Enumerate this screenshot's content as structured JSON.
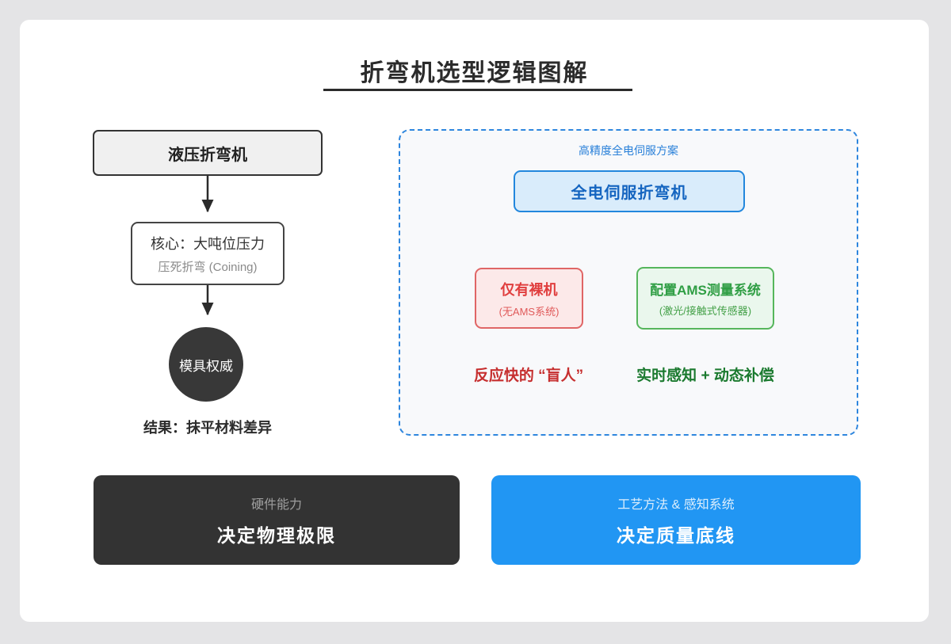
{
  "title": "折弯机选型逻辑图解",
  "left_flow": {
    "box1": "液压折弯机",
    "box2_line1": "核心：大吨位压力",
    "box2_line2": "压死折弯 (Coining)",
    "circle": "模具权威",
    "result": "结果：抹平材料差异"
  },
  "right_flow": {
    "container_label": "高精度全电伺服方案",
    "root": "全电伺服折弯机",
    "bare_branch": {
      "title": "仅有裸机",
      "subtitle": "(无AMS系统)",
      "result": "反应快的 “盲人”"
    },
    "ams_branch": {
      "title": "配置AMS测量系统",
      "subtitle": "(激光/接触式传感器)",
      "result": "实时感知 + 动态补偿"
    }
  },
  "footer": {
    "dark_card": {
      "subtitle": "硬件能力",
      "title": "决定物理极限"
    },
    "blue_card": {
      "subtitle": "工艺方法 & 感知系统",
      "title": "决定质量底线"
    }
  },
  "colors": {
    "page_background": "#e4e4e6",
    "card_background": "#ffffff",
    "ink": "#2b2b2b",
    "accent_blue": "#2287dd",
    "servo_container_border": "#2e86de",
    "servo_box_fill": "#d9ecfb",
    "red_accent": "#e03e3e",
    "red_box_fill": "#fce9e9",
    "red_result_text": "#c62f2f",
    "green_accent": "#2f9e44",
    "green_box_fill": "#eaf7ed",
    "green_result_text": "#1b7a2f",
    "dark_summary_fill": "#333333",
    "blue_summary_fill": "#2196f3"
  }
}
